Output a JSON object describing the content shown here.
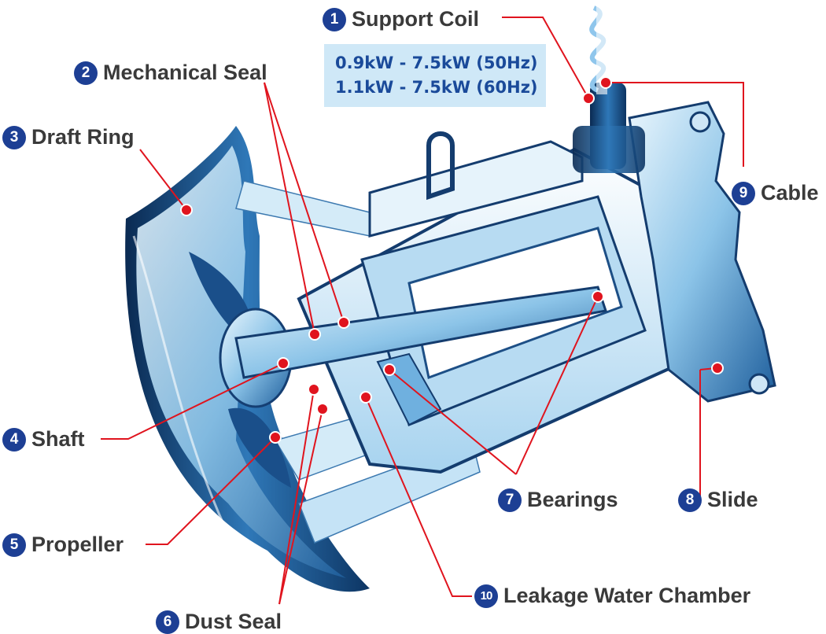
{
  "specs": [
    "0.9kW - 7.5kW (50Hz)",
    "1.1kW - 7.5kW (60Hz)"
  ],
  "components": [
    {
      "number": "1",
      "label": "Support Coil"
    },
    {
      "number": "2",
      "label": "Mechanical Seal"
    },
    {
      "number": "3",
      "label": "Draft Ring"
    },
    {
      "number": "4",
      "label": "Shaft"
    },
    {
      "number": "5",
      "label": "Propeller"
    },
    {
      "number": "6",
      "label": "Dust Seal"
    },
    {
      "number": "7",
      "label": "Bearings"
    },
    {
      "number": "8",
      "label": "Slide"
    },
    {
      "number": "9",
      "label": "Cable"
    },
    {
      "number": "10",
      "label": "Leakage Water Chamber"
    }
  ],
  "colors": {
    "badge": "#1d3f94",
    "callout_line": "#e0141e",
    "spec_box": "#cfe8f7",
    "label_text": "#3a3a3a"
  }
}
